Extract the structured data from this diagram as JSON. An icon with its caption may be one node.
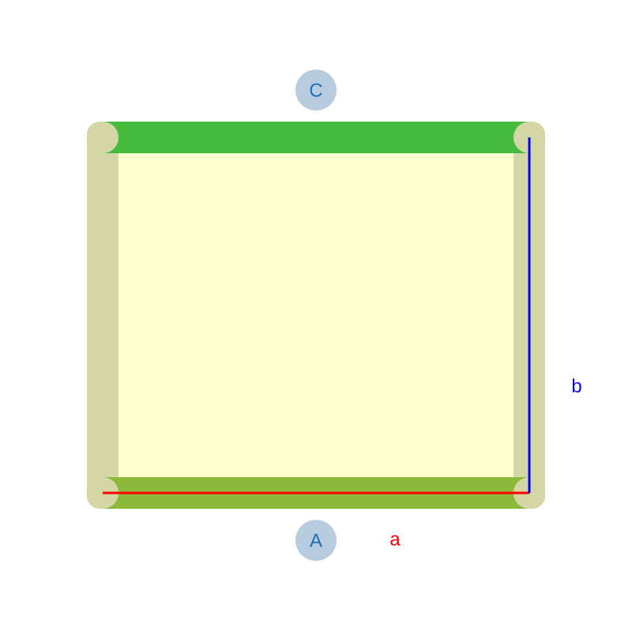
{
  "diagram": {
    "nodes": [
      {
        "text": [
          "C"
        ]
      },
      {
        "text": [
          "A"
        ]
      }
    ],
    "labels": [
      "a",
      "b"
    ]
  }
}
